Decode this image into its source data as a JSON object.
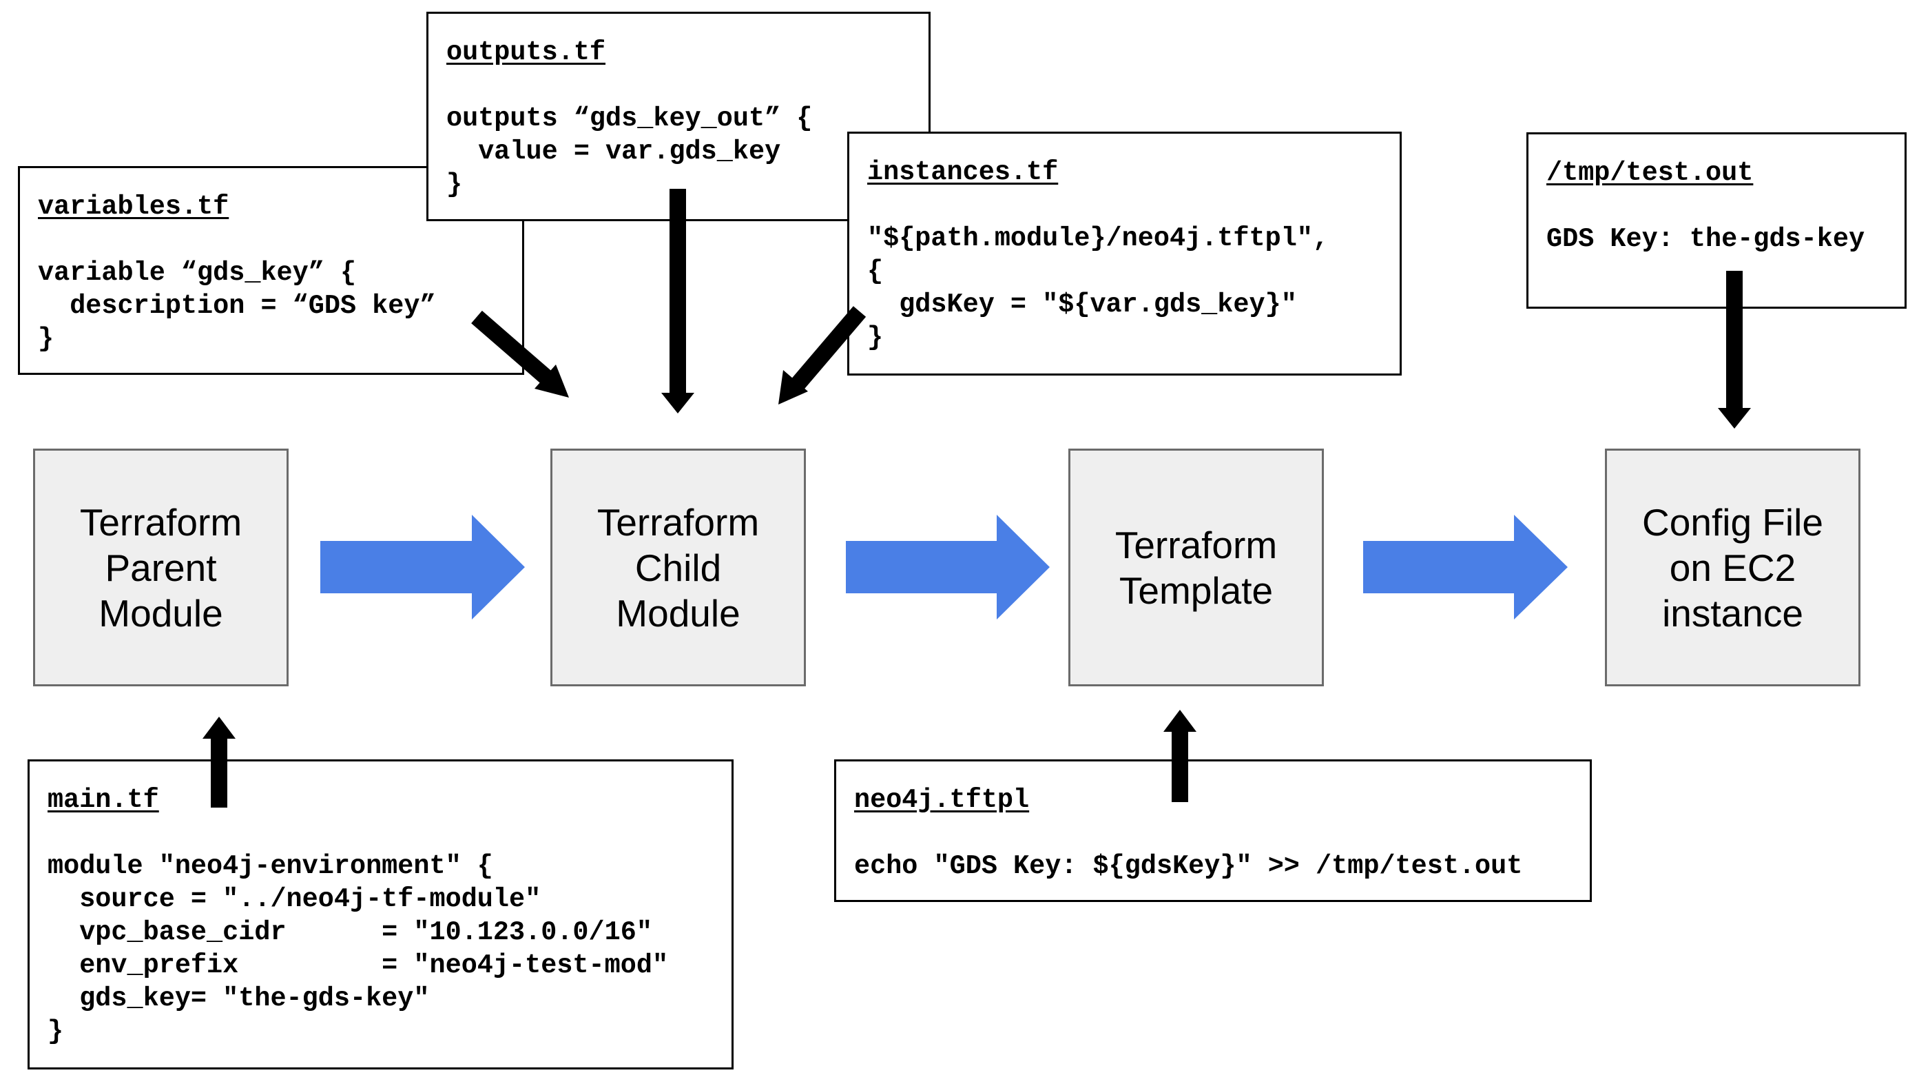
{
  "colors": {
    "flow_arrow": "#4a7fe6",
    "module_fill": "#efefef",
    "module_border": "#6b6b6b",
    "pointer_arrow": "#000000"
  },
  "modules": {
    "parent": [
      "Terraform",
      "Parent",
      "Module"
    ],
    "child": [
      "Terraform",
      "Child",
      "Module"
    ],
    "template": [
      "Terraform",
      "Template"
    ],
    "config": [
      "Config File",
      "on EC2",
      "instance"
    ]
  },
  "files": {
    "outputs_tf": {
      "name": "outputs.tf",
      "code": "outputs “gds_key_out” {\n  value = var.gds_key\n}"
    },
    "variables_tf": {
      "name": "variables.tf",
      "code": "variable “gds_key” {\n  description = “GDS key”\n}"
    },
    "instances_tf": {
      "name": "instances.tf",
      "code": "\"${path.module}/neo4j.tftpl\",\n{\n  gdsKey = \"${var.gds_key}\"\n}"
    },
    "test_out": {
      "name": "/tmp/test.out",
      "code": "GDS Key: the-gds-key"
    },
    "main_tf": {
      "name": "main.tf",
      "code": "module \"neo4j-environment\" {\n  source = \"../neo4j-tf-module\"\n  vpc_base_cidr      = \"10.123.0.0/16\"\n  env_prefix         = \"neo4j-test-mod\"\n  gds_key= \"the-gds-key\"\n}"
    },
    "neo4j_tftpl": {
      "name": "neo4j.tftpl",
      "code": "echo \"GDS Key: ${gdsKey}\" >> /tmp/test.out"
    }
  }
}
